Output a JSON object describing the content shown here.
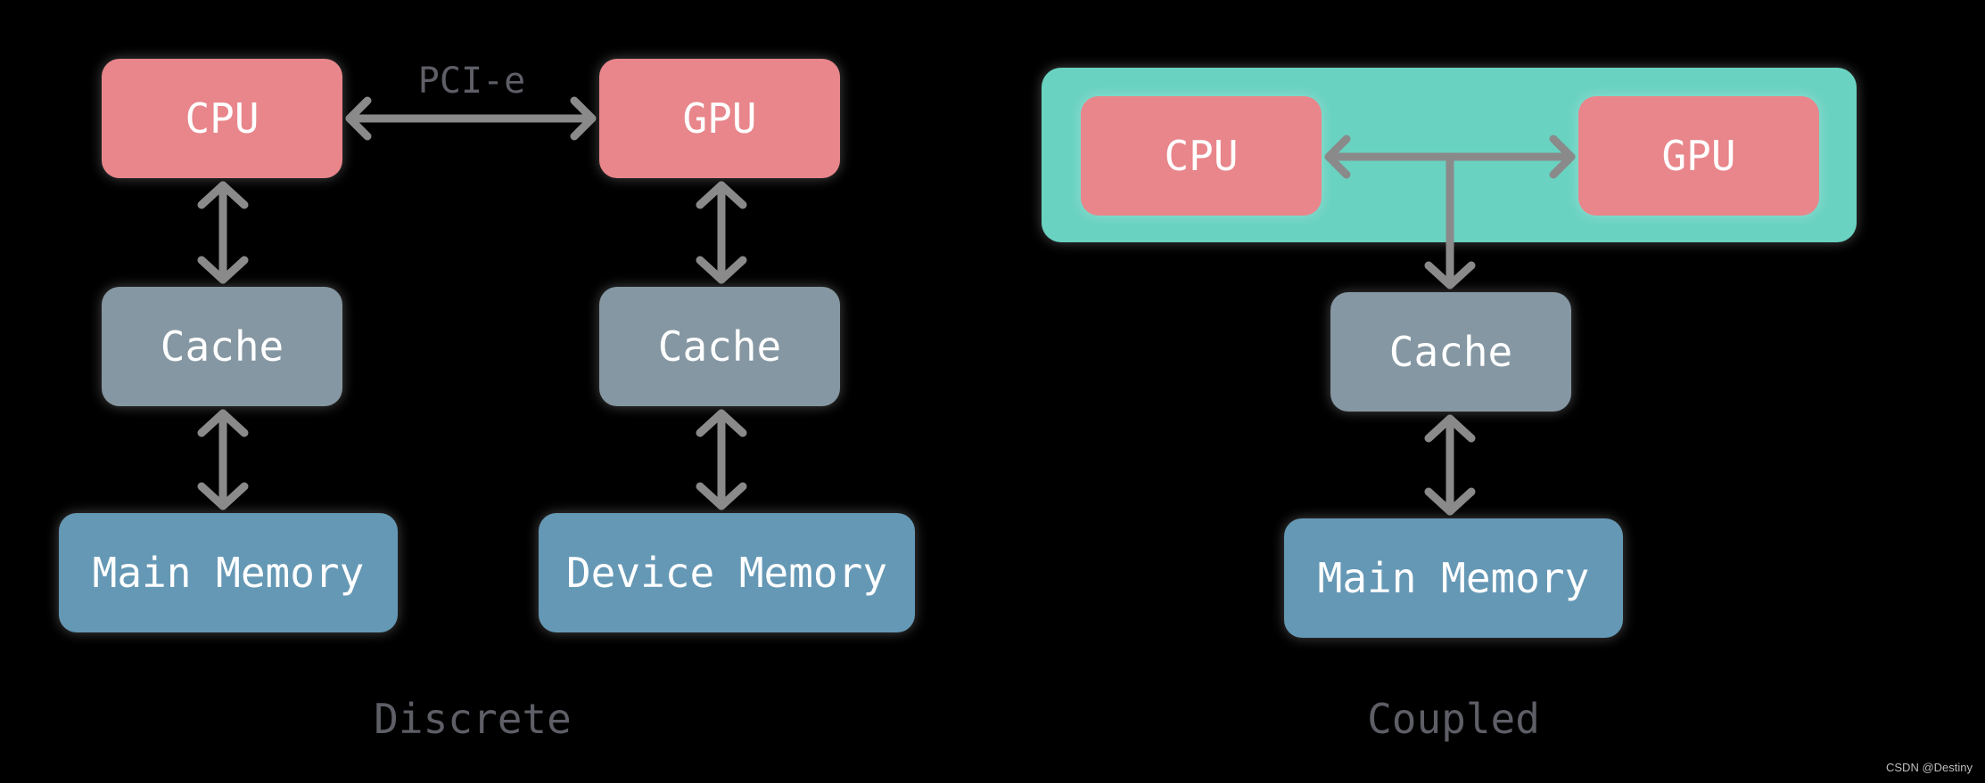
{
  "discrete": {
    "cpu": "CPU",
    "gpu": "GPU",
    "link_label": "PCI-e",
    "cpu_cache": "Cache",
    "gpu_cache": "Cache",
    "main_memory": "Main Memory",
    "device_memory": "Device Memory",
    "caption": "Discrete"
  },
  "coupled": {
    "cpu": "CPU",
    "gpu": "GPU",
    "cache": "Cache",
    "main_memory": "Main Memory",
    "caption": "Coupled"
  },
  "watermark": "CSDN @Destiny",
  "colors": {
    "background": "#000000",
    "processor": "#e8868b",
    "cache": "#8597a2",
    "memory": "#6598b5",
    "soc_container": "#6ad2c1",
    "arrow": "#8a8a8a",
    "caption_text": "#5d5e66"
  }
}
